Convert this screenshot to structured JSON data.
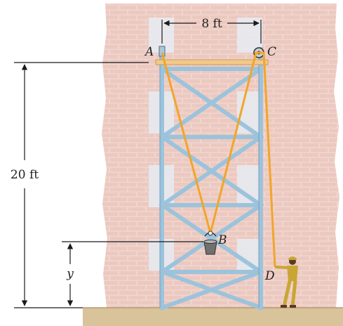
{
  "labels": {
    "point_a": "A",
    "point_b": "B",
    "point_c": "C",
    "point_d": "D",
    "width_dim": "8 ft",
    "height_dim": "20 ft",
    "y_dim": "y"
  },
  "colors": {
    "brick_wall": "#f0d6cf",
    "scaffold": "#9cc3dc",
    "rope": "#f1a52a",
    "plank": "#f3c98a",
    "ground": "#d8c39b",
    "worker": "#c9a634"
  },
  "icons": {
    "bucket": "bucket-icon",
    "pulley_a": "pulley-icon",
    "pulley_c": "pulley-icon",
    "worker": "worker-figure"
  }
}
